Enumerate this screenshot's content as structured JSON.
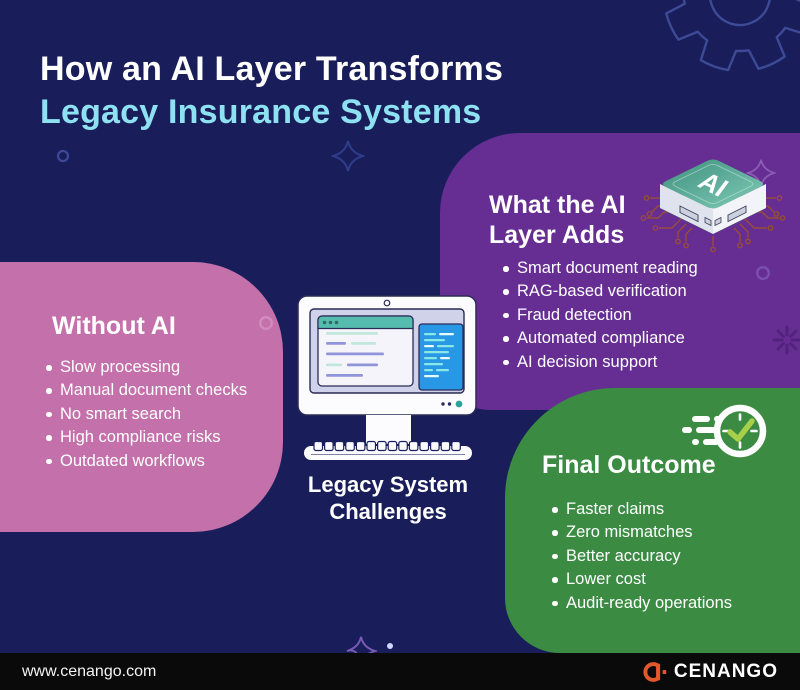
{
  "title": {
    "line1": "How an AI Layer Transforms",
    "line2": "Legacy Insurance Systems"
  },
  "panels": {
    "without_ai": {
      "heading": "Without AI",
      "items": [
        "Slow processing",
        "Manual document checks",
        "No smart search",
        "High compliance risks",
        "Outdated workflows"
      ]
    },
    "ai_layer": {
      "heading_line1": "What the AI",
      "heading_line2": "Layer Adds",
      "chip_label": "AI",
      "items": [
        "Smart document reading",
        "RAG-based verification",
        "Fraud detection",
        "Automated compliance",
        "AI decision support"
      ]
    },
    "final_outcome": {
      "heading": "Final Outcome",
      "items": [
        "Faster claims",
        "Zero mismatches",
        "Better accuracy",
        "Lower cost",
        "Audit-ready operations"
      ]
    }
  },
  "center_graphic": {
    "caption_line1": "Legacy System",
    "caption_line2": "Challenges"
  },
  "footer": {
    "website": "www.cenango.com",
    "brand": "CENANGO"
  },
  "colors": {
    "background_navy": "#191e5a",
    "purple_panel": "#662e93",
    "pink_panel": "#c470aa",
    "green_panel": "#3b8b43",
    "title_accent_cyan": "#8ee1f1",
    "chip_teal": "#459684",
    "screen_blue": "#2898e6",
    "window_header_teal": "#55bcae",
    "brand_orange": "#e2582a",
    "footer_bar_black": "#0a0a0a"
  }
}
